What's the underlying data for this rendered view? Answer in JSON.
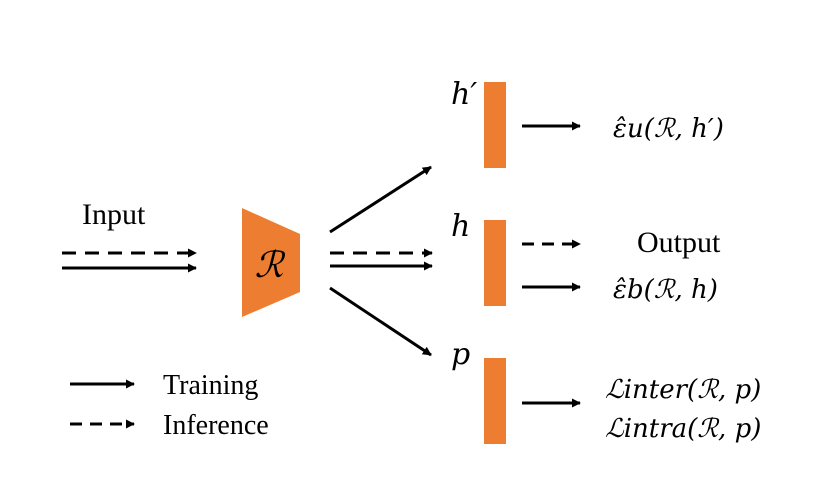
{
  "labels": {
    "input": "Input",
    "encoder_symbol": "ℛ",
    "h_prime": "h′",
    "h": "h",
    "p": "p",
    "output": "Output",
    "eps_u": "ε̂u(ℛ, h′)",
    "eps_b": "ε̂b(ℛ, h)",
    "l_inter": "ℒinter(ℛ, p)",
    "l_intra": "ℒintra(ℛ, p)"
  },
  "legend": {
    "training": "Training",
    "inference": "Inference"
  },
  "colors": {
    "accent": "#ED7D31",
    "line": "#000000"
  }
}
